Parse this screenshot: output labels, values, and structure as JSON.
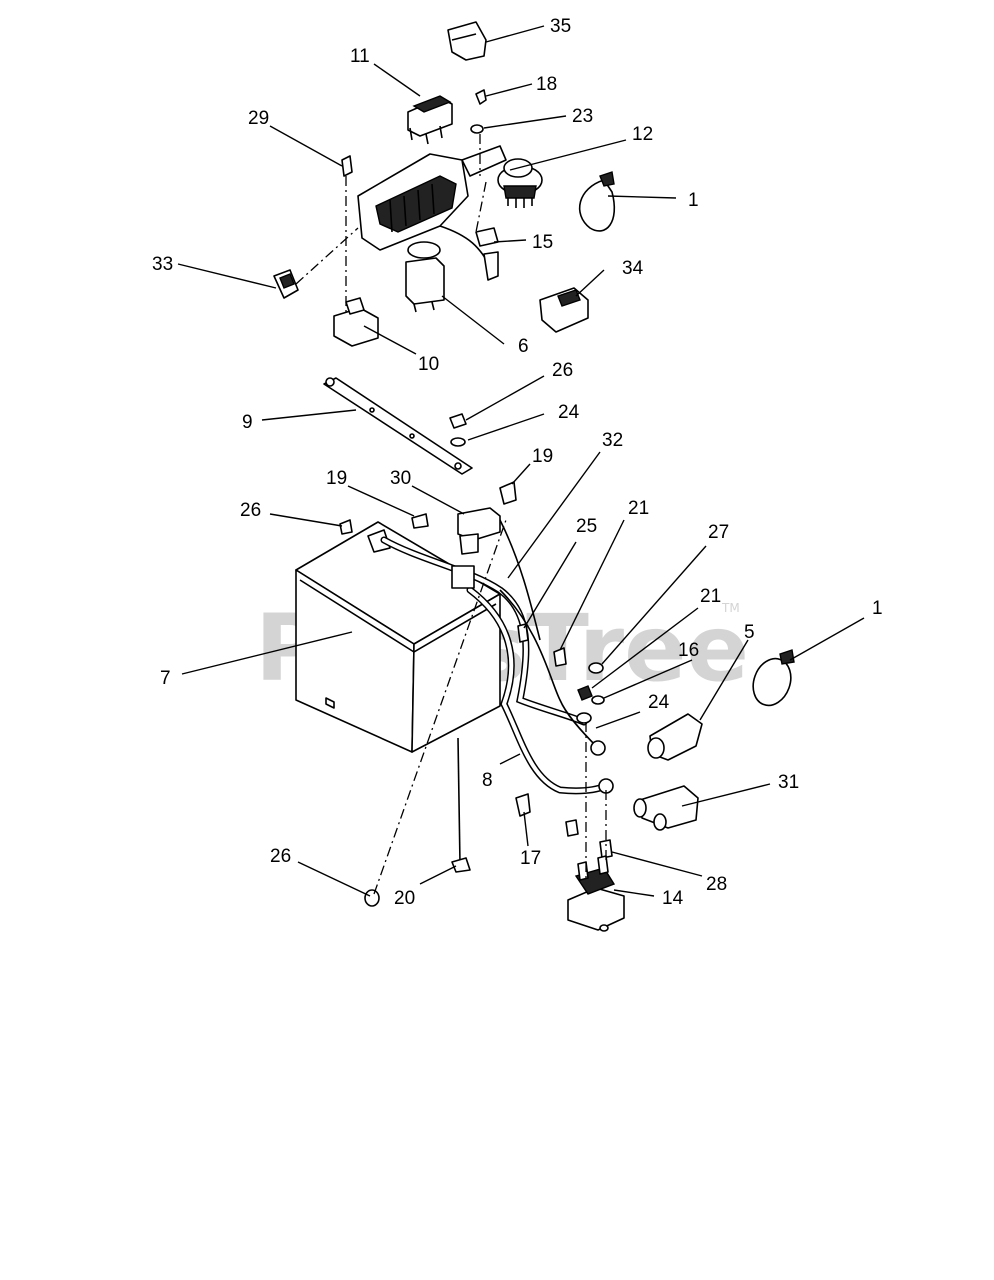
{
  "watermark": {
    "text": "PartsTree",
    "trademark": "TM"
  },
  "callouts": {
    "c35": "35",
    "c11": "11",
    "c18": "18",
    "c29": "29",
    "c23": "23",
    "c12": "12",
    "c1a": "1",
    "c15": "15",
    "c33": "33",
    "c34": "34",
    "c6": "6",
    "c10": "10",
    "c26a": "26",
    "c9": "9",
    "c24a": "24",
    "c32": "32",
    "c19a": "19",
    "c19b": "19",
    "c30": "30",
    "c26b": "26",
    "c25": "25",
    "c21a": "21",
    "c27": "27",
    "c21b": "21",
    "c1b": "1",
    "c7": "7",
    "c5": "5",
    "c16": "16",
    "c24b": "24",
    "c8": "8",
    "c31": "31",
    "c17": "17",
    "c26c": "26",
    "c28": "28",
    "c20": "20",
    "c14": "14"
  }
}
